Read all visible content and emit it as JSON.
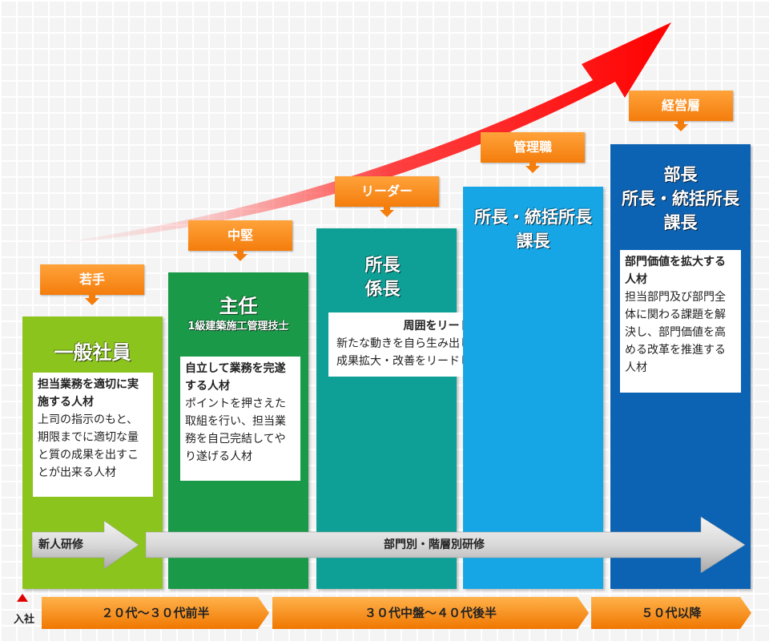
{
  "columns": [
    {
      "tag": "若手",
      "title_lines": [
        "一般社員"
      ],
      "subtitle": "",
      "card_heading": "担当業務を適切に実施する人材",
      "card_body": "上司の指示のもと、期限までに適切な量と質の成果を出すことが出来る人材",
      "color": "#8cc41e"
    },
    {
      "tag": "中堅",
      "title_lines": [
        "主任"
      ],
      "subtitle": "1級建築施工管理技士",
      "card_heading": "自立して業務を完遂する人材",
      "card_body": "ポイントを押さえた取組を行い、担当業務を自己完結してやり遂げる人材",
      "color": "#1a9a48"
    },
    {
      "tag": "リーダー",
      "title_lines": [
        "所長",
        "係長"
      ],
      "subtitle": "",
      "card_heading": "周囲をリードする人材",
      "card_body": "新たな動きを自ら生み出し、現場・部門全体の成果拡大・改善をリードしていく人材",
      "color": "#0ea096"
    },
    {
      "tag": "管理職",
      "title_lines": [
        "所長・統括所長",
        "課長"
      ],
      "subtitle": "",
      "card_heading": "",
      "card_body": "",
      "color": "#16a6e6"
    },
    {
      "tag": "経営層",
      "title_lines": [
        "部長",
        "所長・統括所長",
        "課長"
      ],
      "subtitle": "",
      "card_heading": "部門価値を拡大する人材",
      "card_body": "担当部門及び部門全体に関わる課題を解決し、部門価値を高める改革を推進する人材",
      "color": "#0d63b3"
    }
  ],
  "training": {
    "new_hire": "新人研修",
    "department": "部門別・階層別研修"
  },
  "entry_label": "入社",
  "age_bands": [
    "２０代～３０代前半",
    "３０代中盤～４０代後半",
    "５０代以降"
  ],
  "colors": {
    "arrow": "#ff1010",
    "tag": "#f47d0c",
    "age_band": "#f59a1c"
  }
}
